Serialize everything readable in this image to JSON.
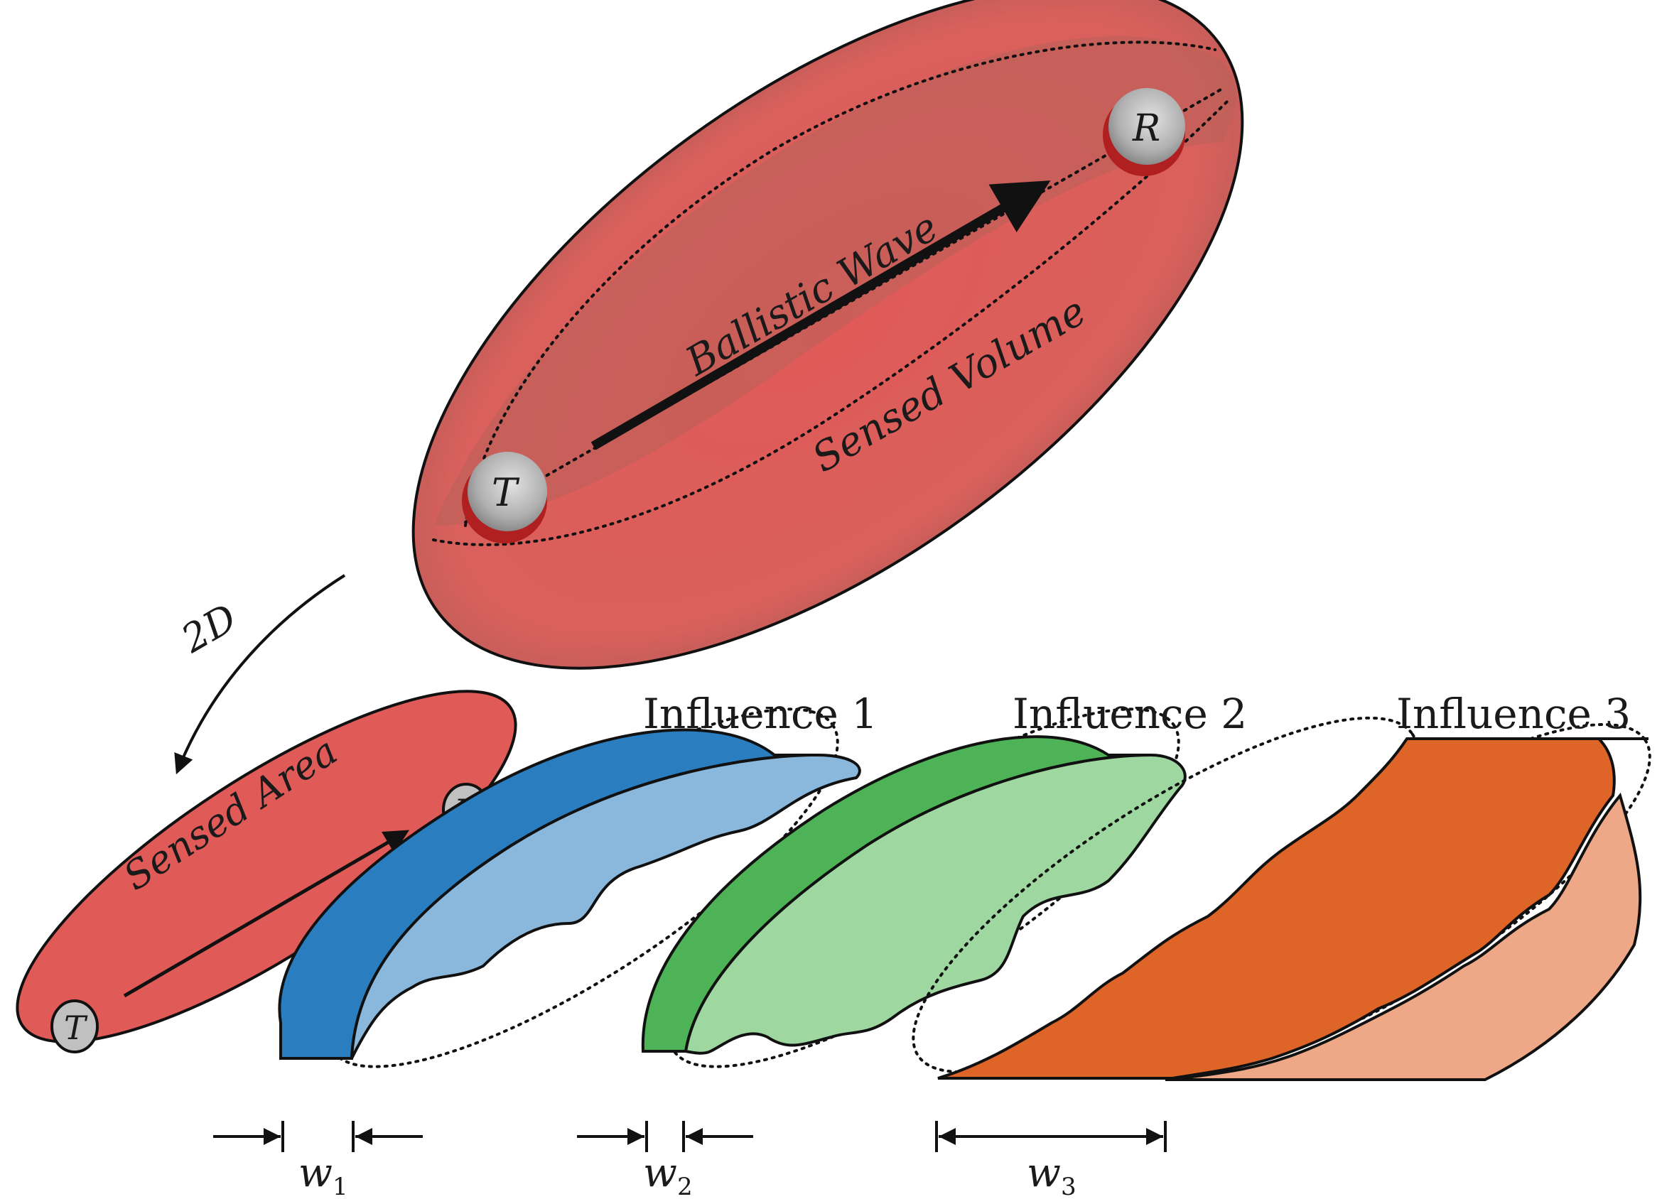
{
  "labels": {
    "ballistic_wave": "Ballistic Wave",
    "sensed_volume": "Sensed Volume",
    "sensed_area": "Sensed Area",
    "projection": "2D",
    "transmitter": "T",
    "receiver": "R"
  },
  "influences": [
    {
      "title": "Influence 1",
      "width_symbol": "w",
      "width_index": "1",
      "color_dark": "#2a7ec0",
      "color_light": "#8ab8dc"
    },
    {
      "title": "Influence 2",
      "width_symbol": "w",
      "width_index": "2",
      "color_dark": "#4db356",
      "color_light": "#9fd7a1"
    },
    {
      "title": "Influence 3",
      "width_symbol": "w",
      "width_index": "3",
      "color_dark": "#de6428",
      "color_light": "#eea887"
    }
  ],
  "colors": {
    "volume_fill": "#e05a58",
    "volume_shade": "#b8605a",
    "sensed_area_fill": "#e05a58",
    "sphere": "#c0c0c0",
    "sphere_rim": "#b02020"
  }
}
